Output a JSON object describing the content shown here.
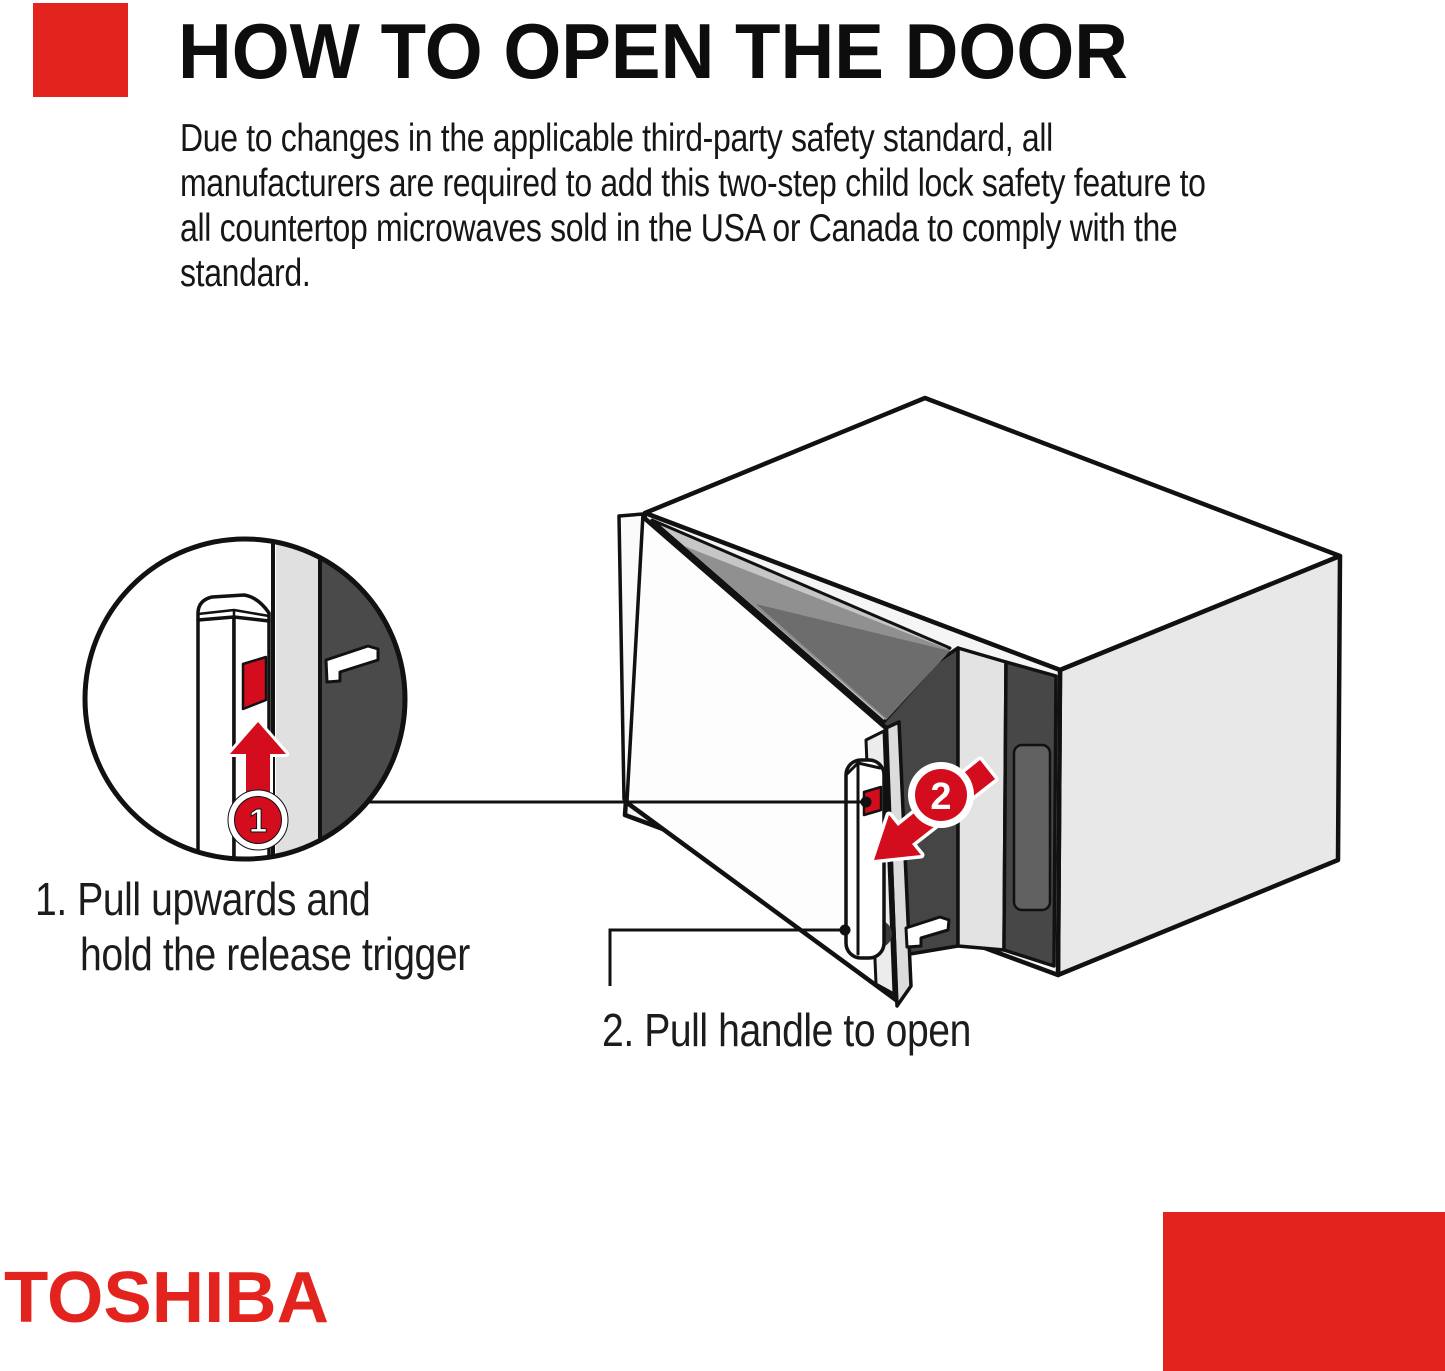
{
  "colors": {
    "brand-red": "#e3231d",
    "diagram-red": "#d30d1e",
    "ink": "#111111"
  },
  "header": {
    "title": "HOW TO OPEN THE DOOR",
    "body_lines": [
      "Due to changes in the applicable third-party safety standard, all",
      "manufacturers are required to add this two-step child lock safety feature to",
      "all countertop microwaves sold in the USA or Canada to comply with the",
      "standard."
    ]
  },
  "steps": {
    "step1": {
      "badge": "1",
      "label_line1": "1. Pull upwards and",
      "label_line2": "hold the release trigger"
    },
    "step2": {
      "badge": "2",
      "label": "2. Pull handle to open"
    }
  },
  "footer": {
    "brand": "TOSHIBA"
  }
}
